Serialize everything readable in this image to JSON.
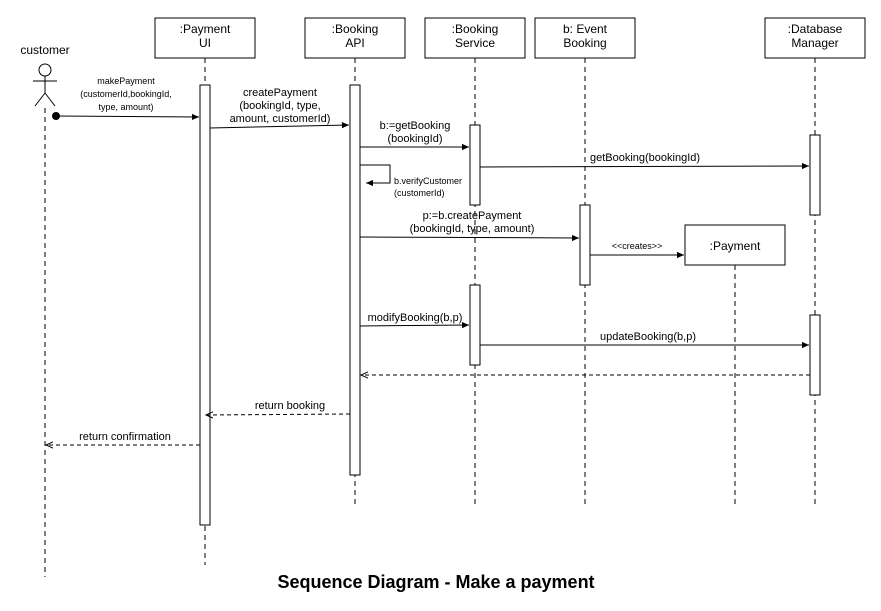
{
  "title": "Sequence Diagram - Make a payment",
  "participants": {
    "customer": {
      "label": "customer"
    },
    "payment_ui": {
      "line1": ":Payment",
      "line2": "UI"
    },
    "booking_api": {
      "line1": ":Booking",
      "line2": "API"
    },
    "booking_service": {
      "line1": ":Booking",
      "line2": "Service"
    },
    "event_booking": {
      "line1": "b: Event",
      "line2": "Booking"
    },
    "database_manager": {
      "line1": ":Database",
      "line2": "Manager"
    },
    "payment": {
      "label": ":Payment"
    }
  },
  "messages": {
    "make_payment": {
      "line1": "makePayment",
      "line2": "(customerId,bookingId,",
      "line3": "type, amount)"
    },
    "create_payment": {
      "line1": "createPayment",
      "line2": "(bookingId, type,",
      "line3": "amount, customerId)"
    },
    "get_booking_service": {
      "line1": "b:=getBooking",
      "line2": "(bookingId)"
    },
    "get_booking_db": {
      "line1": "getBooking(bookingId)"
    },
    "verify_customer": {
      "line1": "b.verifyCustomer",
      "line2": "(customerId)"
    },
    "create_payment_event": {
      "line1": "p:=b.createPayment",
      "line2": "(bookingId, type, amount)"
    },
    "creates": {
      "line1": "<<creates>>"
    },
    "modify_booking": {
      "line1": "modifyBooking(b,p)"
    },
    "update_booking": {
      "line1": "updateBooking(b,p)"
    },
    "return_booking": {
      "line1": "return booking"
    },
    "return_confirmation": {
      "line1": "return confirmation"
    }
  }
}
